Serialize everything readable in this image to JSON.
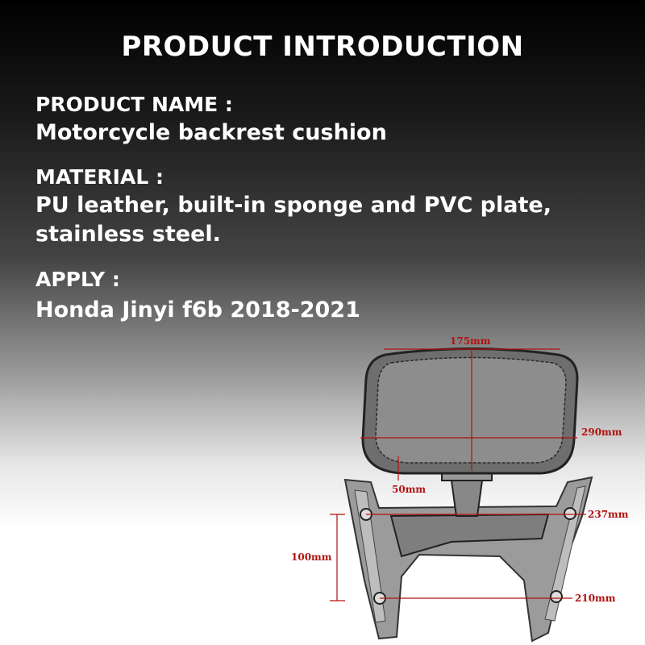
{
  "title": "PRODUCT INTRODUCTION",
  "sections": [
    {
      "label": "PRODUCT NAME :",
      "lines": [
        "Motorcycle backrest cushion"
      ]
    },
    {
      "label": "MATERIAL :",
      "lines": [
        "PU leather, built-in sponge and PVC plate,",
        "stainless steel."
      ]
    },
    {
      "label": "APPLY  :",
      "lines": [
        "Honda Jinyi f6b 2018-2021"
      ]
    }
  ],
  "dimensions": {
    "top_width": "175mm",
    "height": "290mm",
    "pad_gap": "50mm",
    "upper_mount": "237mm",
    "mount_spacing": "100mm",
    "lower_mount": "210mm"
  },
  "colors": {
    "dimension_line": "#b1120f"
  }
}
